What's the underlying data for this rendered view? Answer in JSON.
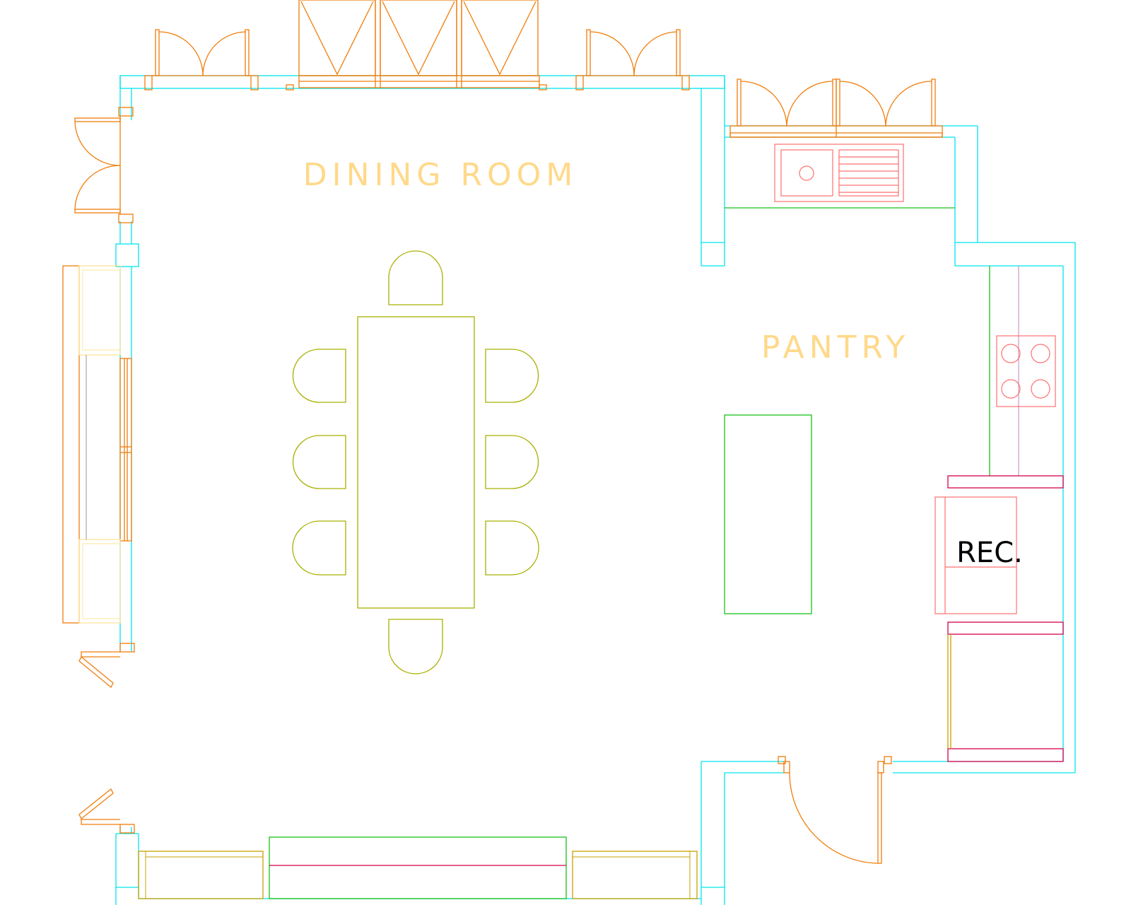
{
  "plan": {
    "rooms": [
      {
        "id": "dining",
        "label": "DINING ROOM"
      },
      {
        "id": "pantry",
        "label": "PANTRY"
      }
    ],
    "appliances": [
      {
        "id": "refrigerator",
        "label": "REC."
      }
    ],
    "colors": {
      "wall": "#00e5ee",
      "door": "#f07d0a",
      "room_label": "#ffd98a",
      "furniture": "#a8b000",
      "counter": "#19c019",
      "sink_hob": "#ff7070",
      "cabinet": "#d6004f",
      "bench": "#c8a000",
      "sofa": "#ffe49a",
      "text": "#000000"
    }
  }
}
